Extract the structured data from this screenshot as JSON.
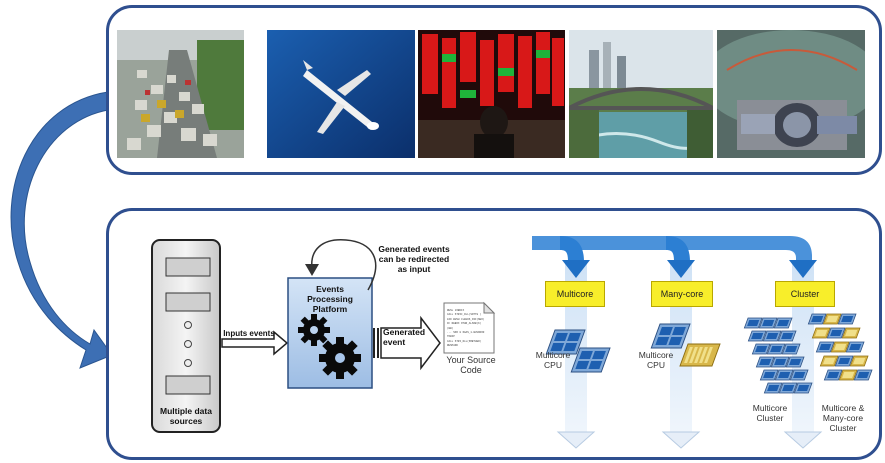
{
  "bottom": {
    "sources_label": "Multiple data sources",
    "inputs_label": "Inputs events",
    "platform_title": "Events Processing Platform",
    "redirect_note": "Generated events can be redirected as input",
    "generated_label": "Generated event",
    "source_code_label": "Your Source Code",
    "source_code_lines": [
      "RESL JOBDIX",
      "CALL STRIC_DLL(SNTTH )",
      "GID BUSH CLEUDS_INF(NEO)",
      "IF REBOX OTHR_ALSOB(K) (BB)",
      "... SOO 0 OGAS_1.BUVDDOD",
      "TOBIP",
      "CALL STRI_DLL(SMBTHER)",
      "RESPAND"
    ]
  },
  "hardware": {
    "multicore": "Multicore",
    "manycore": "Many-core",
    "cluster": "Cluster",
    "multicore_cpu": "Multicore CPU",
    "manycore_cpu": "Multicore CPU",
    "multicore_cluster": "Multicore Cluster",
    "manycore_cluster": "Multicore & Many-core Cluster"
  },
  "colors": {
    "panel_border": "#2f4f8f",
    "arrow_blue": "#3d6fb4",
    "platform_fill": "#bcd3ee",
    "label_yellow": "#f8ee2a"
  }
}
